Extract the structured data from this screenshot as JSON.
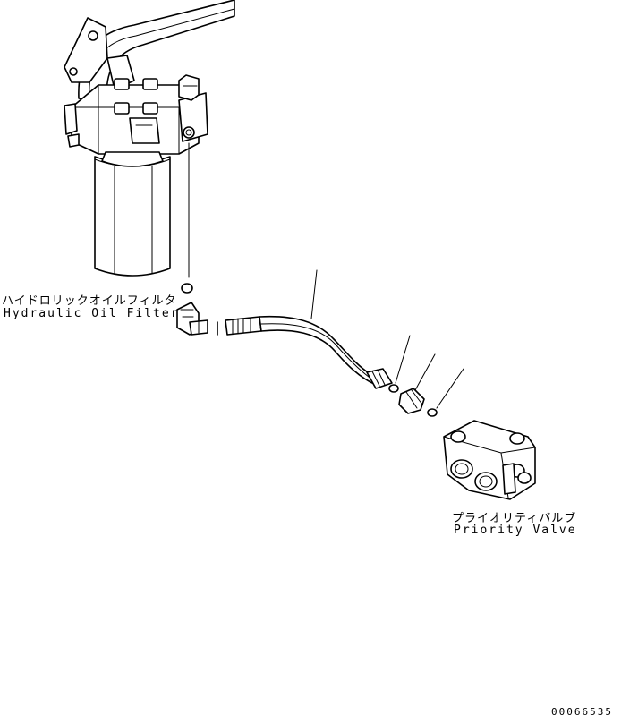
{
  "labels": {
    "filter_jp": "ハイドロリックオイルフィルタ",
    "filter_en": "Hydraulic Oil Filter",
    "valve_jp": "プライオリティバルブ",
    "valve_en": "Priority Valve"
  },
  "drawing_number": "00066535"
}
